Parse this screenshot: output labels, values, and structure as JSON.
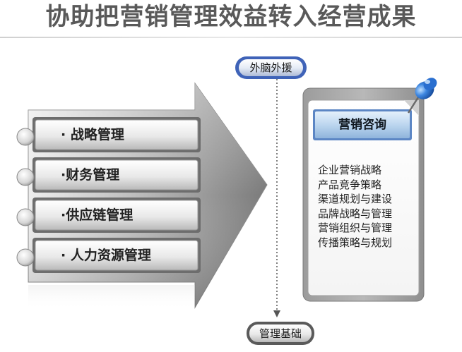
{
  "title": "协助把营销管理效益转入经营成果",
  "top_pill": "外脑外援",
  "bottom_pill": "管理基础",
  "left_items": [
    "· 战略管理",
    "·财务管理",
    "·供应链管理",
    "· 人力资源管理"
  ],
  "consulting": {
    "title": "营销咨询",
    "items": [
      "企业营销战略",
      "产品竞争策略",
      "渠道规划与建设",
      "品牌战略与管理",
      "营销组织与管理",
      "传播策略与规划"
    ]
  },
  "colors": {
    "title_text": "#595959",
    "pill_fill": "#3f63b8",
    "consult_button": "#b5d2ee",
    "pin": "#2a6fd0"
  }
}
